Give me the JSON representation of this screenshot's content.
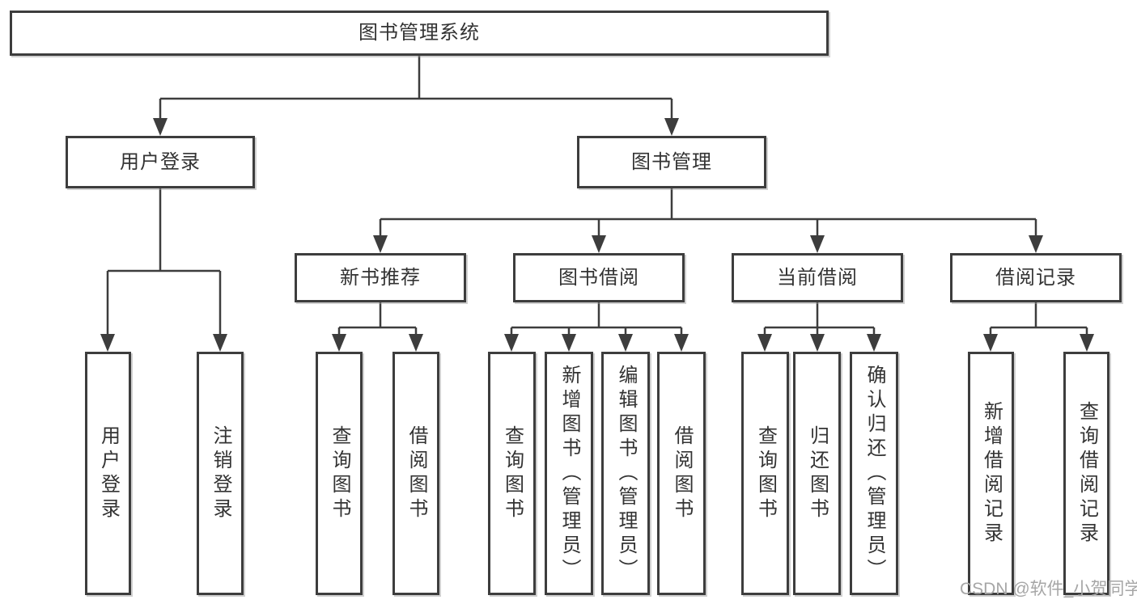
{
  "diagram": {
    "type": "hierarchy-tree",
    "line_color": "#3d3d3d",
    "box_background": "#ffffff",
    "text_color": "#333333",
    "tree": {
      "label": "图书管理系统",
      "children": [
        {
          "label": "用户登录",
          "children": [
            {
              "label": "用户登录"
            },
            {
              "label": "注销登录"
            }
          ]
        },
        {
          "label": "图书管理",
          "children": [
            {
              "label": "新书推荐",
              "children": [
                {
                  "label": "查询图书"
                },
                {
                  "label": "借阅图书"
                }
              ]
            },
            {
              "label": "图书借阅",
              "children": [
                {
                  "label": "查询图书"
                },
                {
                  "label": "新增图书（管理员）"
                },
                {
                  "label": "编辑图书（管理员）"
                },
                {
                  "label": "借阅图书"
                }
              ]
            },
            {
              "label": "当前借阅",
              "children": [
                {
                  "label": "查询图书"
                },
                {
                  "label": "归还图书"
                },
                {
                  "label": "确认归还（管理员）"
                }
              ]
            },
            {
              "label": "借阅记录",
              "children": [
                {
                  "label": "新增借阅记录"
                },
                {
                  "label": "查询借阅记录"
                }
              ]
            }
          ]
        }
      ]
    }
  },
  "watermark": "CSDN @软件_小贺同学"
}
